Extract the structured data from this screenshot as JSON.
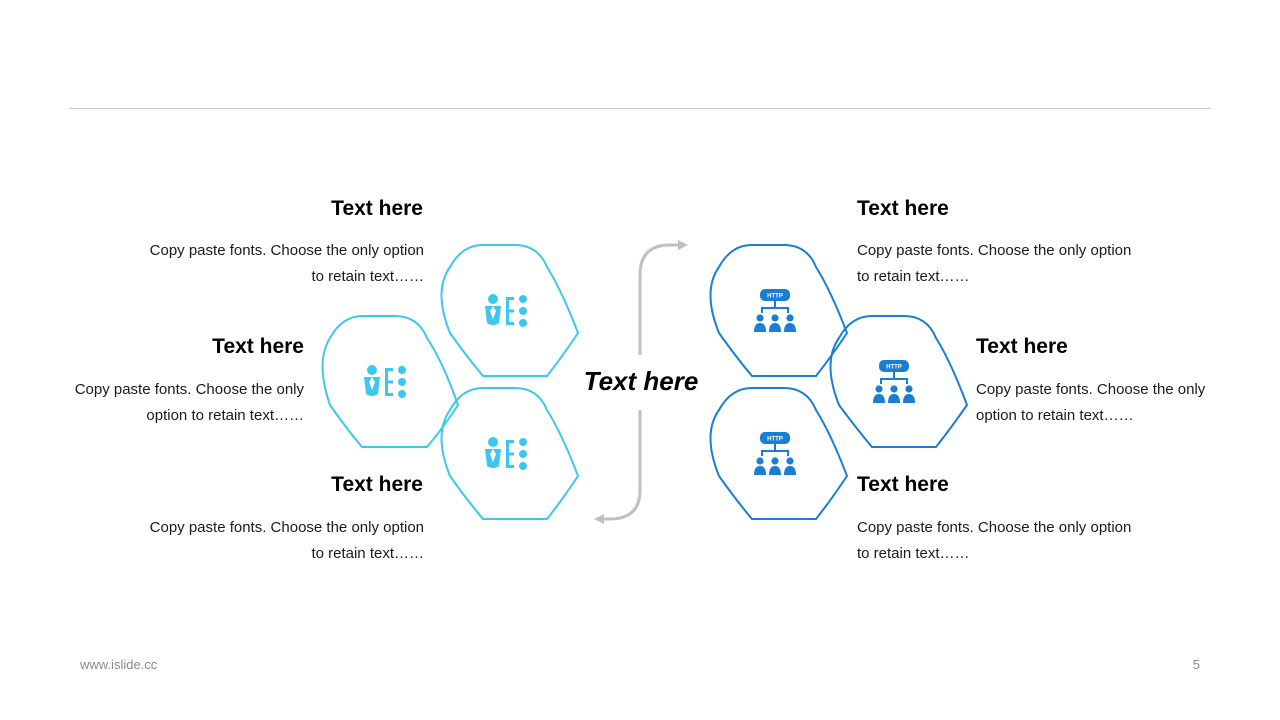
{
  "colors": {
    "left_accent": "#3cc8ee",
    "right_accent": "#1a7fd4",
    "arrow": "#c0c0c0",
    "rule": "#c8c8c8"
  },
  "icons": {
    "left": "person-list-icon",
    "right": "http-network-icon",
    "http_label": "HTTP"
  },
  "center": {
    "title": "Text here"
  },
  "items": [
    {
      "title": "Text here",
      "body": "Copy paste fonts. Choose the only option to retain text……"
    },
    {
      "title": "Text here",
      "body": "Copy paste fonts. Choose the only option to retain text……"
    },
    {
      "title": "Text here",
      "body": "Copy paste fonts. Choose the only option to retain text……"
    },
    {
      "title": "Text here",
      "body": "Copy paste fonts. Choose the only option to retain text……"
    },
    {
      "title": "Text here",
      "body": "Copy paste fonts. Choose the only option to retain text……"
    },
    {
      "title": "Text here",
      "body": "Copy paste fonts. Choose the only option to retain text……"
    }
  ],
  "footer": {
    "website": "www.islide.cc",
    "page_number": "5"
  }
}
